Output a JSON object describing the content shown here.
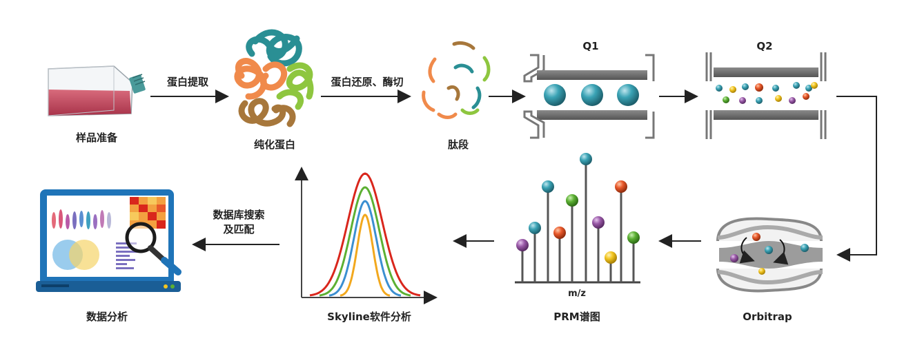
{
  "steps": {
    "sample_prep": "样品准备",
    "protein_extraction": "蛋白提取",
    "purified_protein": "纯化蛋白",
    "reduction_digestion": "蛋白还原、酶切",
    "peptides": "肽段",
    "q1": "Q1",
    "q2": "Q2",
    "orbitrap": "Orbitrap",
    "prm_spectrum": "PRM谱图",
    "mz_axis": "m/z",
    "skyline": "Skyline软件分析",
    "db_search_line1": "数据库搜索",
    "db_search_line2": "及匹配",
    "data_analysis": "数据分析"
  },
  "colors": {
    "teal": "#2a8fa0",
    "orange": "#e8582a",
    "green": "#5cb033",
    "purple": "#9a5aa8",
    "yellow": "#f2c520",
    "gray_plate": "#6b6b6b",
    "monitor_blue": "#1f74b8"
  },
  "peak_colors": [
    "#d9261c",
    "#5cb033",
    "#3b8fd1",
    "#f2a81d"
  ]
}
